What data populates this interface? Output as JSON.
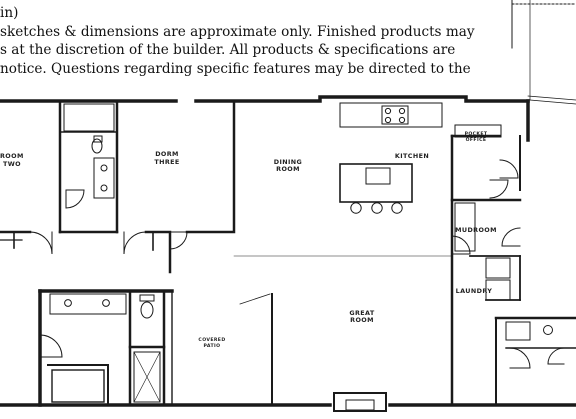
{
  "disclaimer": {
    "line1": "in)",
    "line2": "sketches & dimensions are approximate only. Finished products may",
    "line3": "s at the discretion of the builder. All products & specifications are",
    "line4": "notice. Questions regarding specific features may be directed to the"
  },
  "rooms": {
    "bedroom_two_line1": "DROOM",
    "bedroom_two_line2": "TWO",
    "dorm_three_line1": "DORM",
    "dorm_three_line2": "THREE",
    "dining_line1": "DINING",
    "dining_line2": "ROOM",
    "kitchen": "KITCHEN",
    "pocket_office_line1": "POCKET",
    "pocket_office_line2": "OFFICE",
    "mudroom": "MUDROOM",
    "laundry": "LAUNDRY",
    "great_room_line1": "GREAT",
    "great_room_line2": "ROOM",
    "covered_patio_line1": "COVERED",
    "covered_patio_line2": "PATIO"
  }
}
